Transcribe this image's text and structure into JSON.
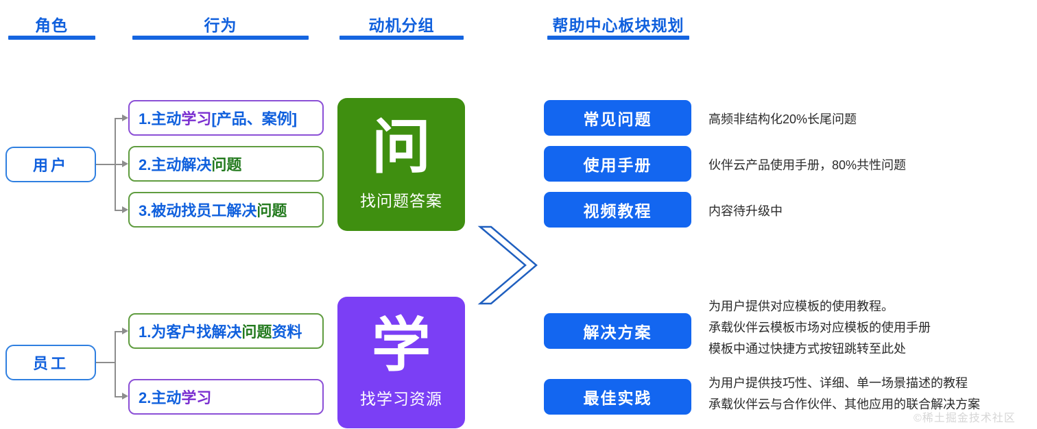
{
  "columns": [
    {
      "title": "角色"
    },
    {
      "title": "行为"
    },
    {
      "title": "动机分组"
    },
    {
      "title": "帮助中心板块规划"
    }
  ],
  "roles": [
    {
      "label": "用户"
    },
    {
      "label": "员工"
    }
  ],
  "behaviors": {
    "user": [
      {
        "parts": [
          {
            "text": "1.主动",
            "tone": "blue"
          },
          {
            "text": "学习",
            "tone": "purple"
          },
          {
            "text": "[产品、案例]",
            "tone": "blue"
          }
        ]
      },
      {
        "parts": [
          {
            "text": "2.主动解决",
            "tone": "blue"
          },
          {
            "text": "问题",
            "tone": "green"
          }
        ]
      },
      {
        "parts": [
          {
            "text": "3.被动找员工解决",
            "tone": "blue"
          },
          {
            "text": "问题",
            "tone": "green"
          }
        ]
      }
    ],
    "staff": [
      {
        "parts": [
          {
            "text": "1.为客户找解决",
            "tone": "blue"
          },
          {
            "text": "问题",
            "tone": "green"
          },
          {
            "text": "资料",
            "tone": "blue"
          }
        ]
      },
      {
        "parts": [
          {
            "text": "2.主动",
            "tone": "blue"
          },
          {
            "text": "学习",
            "tone": "purple"
          }
        ]
      }
    ],
    "user_box_styles": [
      "purple",
      "green",
      "green"
    ],
    "staff_box_styles": [
      "green",
      "purple"
    ]
  },
  "motives": [
    {
      "glyph": "问",
      "caption": "找问题答案",
      "color": "#3f8f10"
    },
    {
      "glyph": "学",
      "caption": "找学习资源",
      "color": "#7b3ff5"
    }
  ],
  "plans": [
    {
      "label": "常见问题",
      "desc": "高频非结构化20%长尾问题"
    },
    {
      "label": "使用手册",
      "desc": "伙伴云产品使用手册，80%共性问题"
    },
    {
      "label": "视频教程",
      "desc": "内容待升级中"
    },
    {
      "label": "解决方案",
      "desc": "为用户提供对应模板的使用教程。\n承载伙伴云模板市场对应模板的使用手册\n模板中通过快捷方式按钮跳转至此处"
    },
    {
      "label": "最佳实践",
      "desc": "为用户提供技巧性、详细、单一场景描述的教程\n承载伙伴云与合作伙伴、其他应用的联合解决方案"
    }
  ],
  "watermark": {
    "text": "©稀土掘金技术社区"
  },
  "theme": {
    "accent_blue": "#1366f0",
    "header_blue": "#1060dd",
    "rule_blue": "#1565e0",
    "green": "#3f8f10",
    "purple": "#7b3ff5",
    "border_green": "#5f9c3f",
    "border_purple": "#8b4fd6",
    "connector_gray": "#8d8d8d"
  }
}
